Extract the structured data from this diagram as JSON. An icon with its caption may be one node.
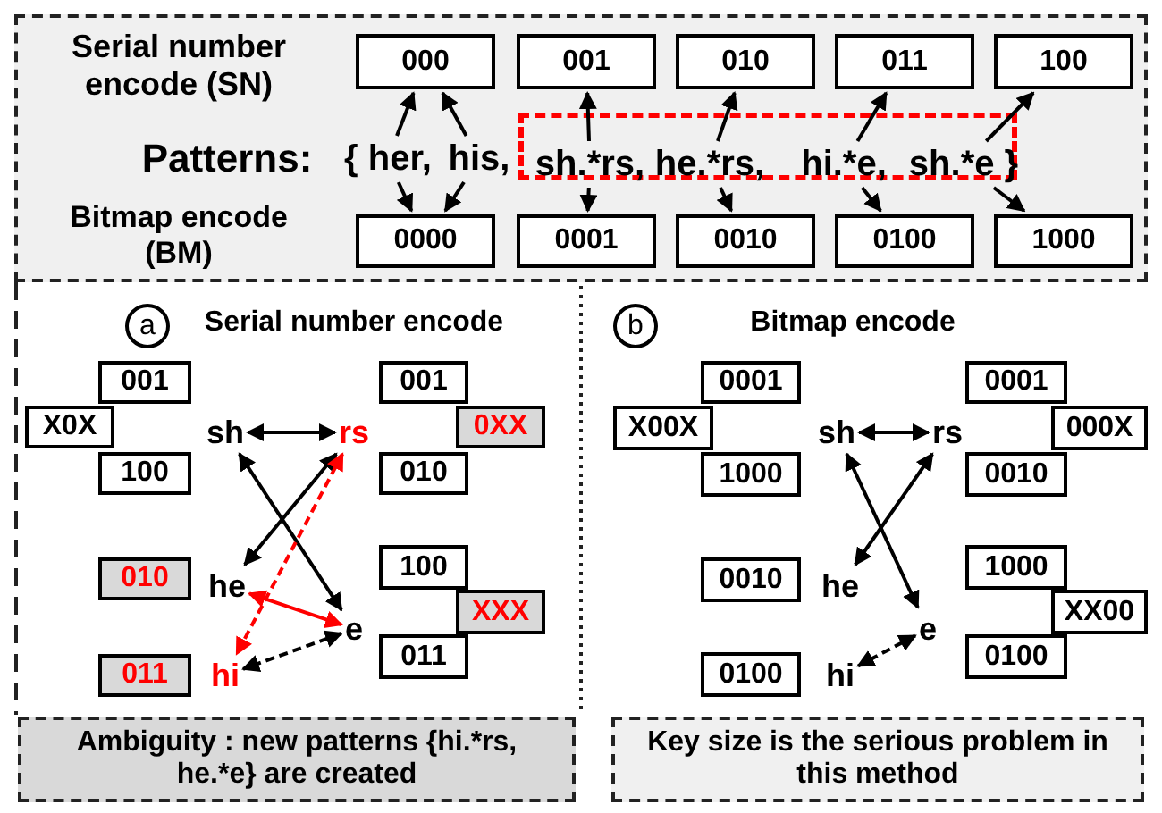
{
  "diagram": {
    "nodes": [
      {
        "text": [
          "Serial number encode (SN)",
          "Patterns:",
          "Bitmap encode (BM)"
        ]
      },
      {
        "text": [
          "000"
        ],
        "in": 0
      },
      {
        "text": [
          "001"
        ],
        "in": 0
      },
      {
        "text": [
          "010"
        ],
        "in": 0
      },
      {
        "text": [
          "011"
        ],
        "in": 0
      },
      {
        "text": [
          "100"
        ],
        "in": 0
      },
      {
        "text": [],
        "shape": "box",
        "in": 0
      },
      {
        "text": [
          "{ her,"
        ],
        "in": 0
      },
      {
        "text": [
          "his,"
        ],
        "in": 0
      },
      {
        "text": [
          "sh.*rs,"
        ],
        "in": 6
      },
      {
        "text": [
          "he.*rs,"
        ],
        "in": 6
      },
      {
        "text": [
          "hi.*e,"
        ],
        "in": 6
      },
      {
        "text": [
          "sh.*e }"
        ],
        "in": 6
      },
      {
        "text": [
          "0000"
        ],
        "in": 0
      },
      {
        "text": [
          "0001"
        ],
        "in": 0
      },
      {
        "text": [
          "0010"
        ],
        "in": 0
      },
      {
        "text": [
          "0100"
        ],
        "in": 0
      },
      {
        "text": [
          "1000"
        ],
        "in": 0
      },
      {
        "text": [
          "Serial number encode"
        ]
      },
      {
        "text": [
          "a"
        ],
        "in": 18
      },
      {
        "text": [
          "001"
        ],
        "in": 18
      },
      {
        "text": [
          "001"
        ],
        "in": 18
      },
      {
        "text": [
          "X0X"
        ],
        "in": 18
      },
      {
        "text": [
          "sh"
        ],
        "in": 18
      },
      {
        "text": [
          "rs"
        ],
        "in": 18
      },
      {
        "text": [
          "0XX"
        ],
        "in": 18
      },
      {
        "text": [
          "100"
        ],
        "in": 18
      },
      {
        "text": [
          "010"
        ],
        "in": 18
      },
      {
        "text": [
          "010"
        ],
        "in": 18
      },
      {
        "text": [
          "he"
        ],
        "in": 18
      },
      {
        "text": [
          "100"
        ],
        "in": 18
      },
      {
        "text": [
          "e"
        ],
        "in": 18
      },
      {
        "text": [
          "XXX"
        ],
        "in": 18
      },
      {
        "text": [
          "011"
        ],
        "in": 18
      },
      {
        "text": [
          "hi"
        ],
        "in": 18
      },
      {
        "text": [
          "011"
        ],
        "in": 18
      },
      {
        "text": [
          "Ambiguity : new patterns {hi.*rs, he.*e} are created"
        ],
        "in": 18
      },
      {
        "text": [
          "Bitmap encode"
        ]
      },
      {
        "text": [
          "b"
        ],
        "in": 37
      },
      {
        "text": [
          "0001"
        ],
        "in": 37
      },
      {
        "text": [
          "0001"
        ],
        "in": 37
      },
      {
        "text": [
          "X00X"
        ],
        "in": 37
      },
      {
        "text": [
          "sh"
        ],
        "in": 37
      },
      {
        "text": [
          "rs"
        ],
        "in": 37
      },
      {
        "text": [
          "000X"
        ],
        "in": 37
      },
      {
        "text": [
          "1000"
        ],
        "in": 37
      },
      {
        "text": [
          "0010"
        ],
        "in": 37
      },
      {
        "text": [
          "0010"
        ],
        "in": 37
      },
      {
        "text": [
          "he"
        ],
        "in": 37
      },
      {
        "text": [
          "1000"
        ],
        "in": 37
      },
      {
        "text": [
          "e"
        ],
        "in": 37
      },
      {
        "text": [
          "XX00"
        ],
        "in": 37
      },
      {
        "text": [
          "0100"
        ],
        "in": 37
      },
      {
        "text": [
          "hi"
        ],
        "in": 37
      },
      {
        "text": [
          "0100"
        ],
        "in": 37
      },
      {
        "text": [
          "Key size is the serious problem in this method"
        ],
        "in": 37
      }
    ],
    "edges": [
      {
        "from": 7,
        "to": 1,
        "arrow": "to"
      },
      {
        "from": 8,
        "to": 1,
        "arrow": "to"
      },
      {
        "from": 9,
        "to": 2,
        "arrow": "to"
      },
      {
        "from": 10,
        "to": 3,
        "arrow": "to"
      },
      {
        "from": 11,
        "to": 4,
        "arrow": "to"
      },
      {
        "from": 12,
        "to": 5,
        "arrow": "to"
      },
      {
        "from": 7,
        "to": 13,
        "arrow": "to"
      },
      {
        "from": 8,
        "to": 13,
        "arrow": "to"
      },
      {
        "from": 9,
        "to": 14,
        "arrow": "to"
      },
      {
        "from": 10,
        "to": 15,
        "arrow": "to"
      },
      {
        "from": 11,
        "to": 16,
        "arrow": "to"
      },
      {
        "from": 12,
        "to": 17,
        "arrow": "to"
      },
      {
        "from": 23,
        "to": 24,
        "arrow": "both"
      },
      {
        "from": 23,
        "to": 31,
        "arrow": "both"
      },
      {
        "from": 24,
        "to": 29,
        "arrow": "both"
      },
      {
        "from": 24,
        "to": 34,
        "arrow": "both",
        "style": "dashed",
        "color": "#ff0000"
      },
      {
        "from": 29,
        "to": 31,
        "arrow": "both",
        "color": "#ff0000"
      },
      {
        "from": 31,
        "to": 34,
        "arrow": "both",
        "style": "dashed"
      },
      {
        "from": 42,
        "to": 43,
        "arrow": "both"
      },
      {
        "from": 42,
        "to": 50,
        "arrow": "both"
      },
      {
        "from": 43,
        "to": 48,
        "arrow": "both"
      },
      {
        "from": 50,
        "to": 53,
        "arrow": "both",
        "style": "dashed"
      }
    ]
  }
}
